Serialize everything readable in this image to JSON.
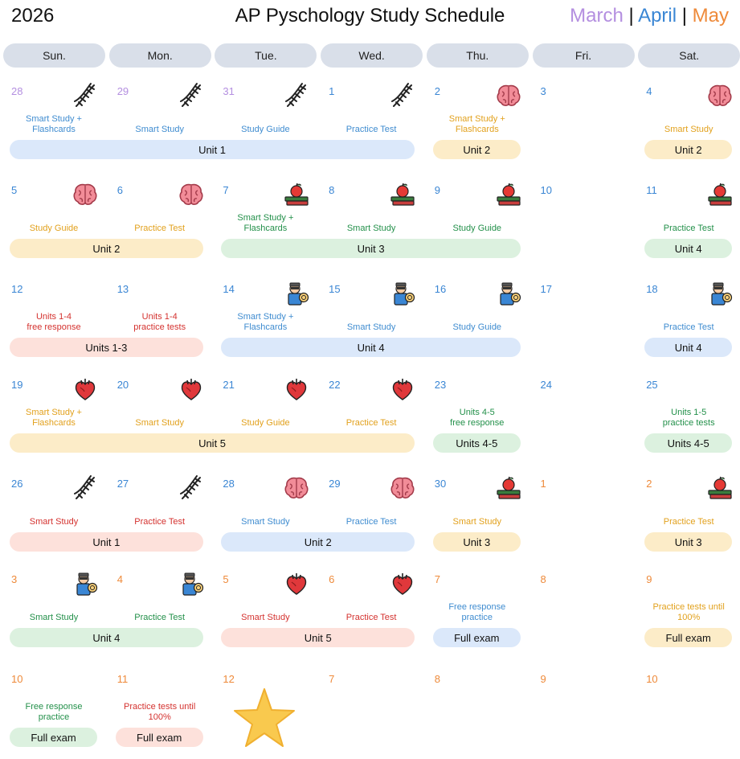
{
  "header": {
    "year": "2026",
    "title": "AP Pyschology Study Schedule",
    "months": [
      "March",
      "April",
      "May"
    ],
    "separator": "|"
  },
  "days_of_week": [
    "Sun.",
    "Mon.",
    "Tue.",
    "Wed.",
    "Thu.",
    "Fri.",
    "Sat."
  ],
  "colors": {
    "march": "#b48fe0",
    "april": "#3a86d4",
    "may": "#ee8a3a",
    "blue_text": "#3f8cd0",
    "orange_text": "#e2a11d",
    "green_text": "#23904a",
    "red_text": "#d4322f",
    "blue_bar": "#dbe8fa",
    "orange_bar": "#fcecc8",
    "green_bar": "#dcf1df",
    "red_bar": "#fde1db",
    "day_header": "#d9dfe9"
  },
  "weeks": [
    {
      "days": [
        {
          "num": "28",
          "month": "mar",
          "icon": "dna-icon",
          "note": "Smart Study +\nFlashcards",
          "note_color": "blue"
        },
        {
          "num": "29",
          "month": "mar",
          "icon": "dna-icon",
          "note": "Smart Study",
          "note_color": "blue"
        },
        {
          "num": "31",
          "month": "mar",
          "icon": "dna-icon",
          "note": "Study Guide",
          "note_color": "blue"
        },
        {
          "num": "1",
          "month": "apr",
          "icon": "dna-icon",
          "note": "Practice Test",
          "note_color": "blue"
        },
        {
          "num": "2",
          "month": "apr",
          "icon": "brain-icon",
          "note": "Smart Study +\nFlashcards",
          "note_color": "orange"
        },
        {
          "num": "3",
          "month": "apr",
          "icon": "",
          "note": "",
          "note_color": ""
        },
        {
          "num": "4",
          "month": "apr",
          "icon": "brain-icon",
          "note": "Smart Study",
          "note_color": "orange"
        }
      ],
      "bars": [
        {
          "label": "Unit 1",
          "start": 0,
          "end": 3,
          "color": "blue"
        },
        {
          "label": "Unit 2",
          "start": 4,
          "end": 4,
          "color": "orange"
        },
        {
          "label": "Unit 2",
          "start": 6,
          "end": 6,
          "color": "orange"
        }
      ]
    },
    {
      "days": [
        {
          "num": "5",
          "month": "apr",
          "icon": "brain-icon",
          "note": "Study Guide",
          "note_color": "orange"
        },
        {
          "num": "6",
          "month": "apr",
          "icon": "brain-icon",
          "note": "Practice Test",
          "note_color": "orange"
        },
        {
          "num": "7",
          "month": "apr",
          "icon": "apple-books-icon",
          "note": "Smart Study +\nFlashcards",
          "note_color": "green"
        },
        {
          "num": "8",
          "month": "apr",
          "icon": "apple-books-icon",
          "note": "Smart Study",
          "note_color": "green"
        },
        {
          "num": "9",
          "month": "apr",
          "icon": "apple-books-icon",
          "note": "Study Guide",
          "note_color": "green"
        },
        {
          "num": "10",
          "month": "apr",
          "icon": "",
          "note": "",
          "note_color": ""
        },
        {
          "num": "11",
          "month": "apr",
          "icon": "apple-books-icon",
          "note": "Practice Test",
          "note_color": "green"
        }
      ],
      "bars": [
        {
          "label": "Unit 2",
          "start": 0,
          "end": 1,
          "color": "orange"
        },
        {
          "label": "Unit 3",
          "start": 2,
          "end": 4,
          "color": "green"
        },
        {
          "label": "Unit 4",
          "start": 6,
          "end": 6,
          "color": "green"
        }
      ]
    },
    {
      "days": [
        {
          "num": "12",
          "month": "apr",
          "icon": "",
          "note": "Units 1-4\nfree response",
          "note_color": "red"
        },
        {
          "num": "13",
          "month": "apr",
          "icon": "",
          "note": "Units 1-4\npractice tests",
          "note_color": "red"
        },
        {
          "num": "14",
          "month": "apr",
          "icon": "psychologist-icon",
          "note": "Smart Study +\nFlashcards",
          "note_color": "blue"
        },
        {
          "num": "15",
          "month": "apr",
          "icon": "psychologist-icon",
          "note": "Smart Study",
          "note_color": "blue"
        },
        {
          "num": "16",
          "month": "apr",
          "icon": "psychologist-icon",
          "note": "Study Guide",
          "note_color": "blue"
        },
        {
          "num": "17",
          "month": "apr",
          "icon": "",
          "note": "",
          "note_color": ""
        },
        {
          "num": "18",
          "month": "apr",
          "icon": "psychologist-icon",
          "note": "Practice Test",
          "note_color": "blue"
        }
      ],
      "bars": [
        {
          "label": "Units 1-3",
          "start": 0,
          "end": 1,
          "color": "red"
        },
        {
          "label": "Unit 4",
          "start": 2,
          "end": 4,
          "color": "blue"
        },
        {
          "label": "Unit 4",
          "start": 6,
          "end": 6,
          "color": "blue"
        }
      ]
    },
    {
      "days": [
        {
          "num": "19",
          "month": "apr",
          "icon": "heart-icon",
          "note": "Smart Study +\nFlashcards",
          "note_color": "orange"
        },
        {
          "num": "20",
          "month": "apr",
          "icon": "heart-icon",
          "note": "Smart Study",
          "note_color": "orange"
        },
        {
          "num": "21",
          "month": "apr",
          "icon": "heart-icon",
          "note": "Study Guide",
          "note_color": "orange"
        },
        {
          "num": "22",
          "month": "apr",
          "icon": "heart-icon",
          "note": "Practice Test",
          "note_color": "orange"
        },
        {
          "num": "23",
          "month": "apr",
          "icon": "",
          "note": "Units 4-5\nfree response",
          "note_color": "green"
        },
        {
          "num": "24",
          "month": "apr",
          "icon": "",
          "note": "",
          "note_color": ""
        },
        {
          "num": "25",
          "month": "apr",
          "icon": "",
          "note": "Units 1-5\npractice tests",
          "note_color": "green"
        }
      ],
      "bars": [
        {
          "label": "Unit 5",
          "start": 0,
          "end": 3,
          "color": "orange"
        },
        {
          "label": "Units 4-5",
          "start": 4,
          "end": 4,
          "color": "green"
        },
        {
          "label": "Units 4-5",
          "start": 6,
          "end": 6,
          "color": "green"
        }
      ]
    },
    {
      "days": [
        {
          "num": "26",
          "month": "apr",
          "icon": "dna-icon",
          "note": "Smart Study",
          "note_color": "red"
        },
        {
          "num": "27",
          "month": "apr",
          "icon": "dna-icon",
          "note": "Practice Test",
          "note_color": "red"
        },
        {
          "num": "28",
          "month": "apr",
          "icon": "brain-icon",
          "note": "Smart Study",
          "note_color": "blue"
        },
        {
          "num": "29",
          "month": "apr",
          "icon": "brain-icon",
          "note": "Practice Test",
          "note_color": "blue"
        },
        {
          "num": "30",
          "month": "apr",
          "icon": "apple-books-icon",
          "note": "Smart Study",
          "note_color": "orange"
        },
        {
          "num": "1",
          "month": "may",
          "icon": "",
          "note": "",
          "note_color": ""
        },
        {
          "num": "2",
          "month": "may",
          "icon": "apple-books-icon",
          "note": "Practice Test",
          "note_color": "orange"
        }
      ],
      "bars": [
        {
          "label": "Unit 1",
          "start": 0,
          "end": 1,
          "color": "red"
        },
        {
          "label": "Unit 2",
          "start": 2,
          "end": 3,
          "color": "blue"
        },
        {
          "label": "Unit 3",
          "start": 4,
          "end": 4,
          "color": "orange"
        },
        {
          "label": "Unit 3",
          "start": 6,
          "end": 6,
          "color": "orange"
        }
      ]
    },
    {
      "days": [
        {
          "num": "3",
          "month": "may",
          "icon": "psychologist-icon",
          "note": "Smart Study",
          "note_color": "green"
        },
        {
          "num": "4",
          "month": "may",
          "icon": "psychologist-icon",
          "note": "Practice Test",
          "note_color": "green"
        },
        {
          "num": "5",
          "month": "may",
          "icon": "heart-icon",
          "note": "Smart Study",
          "note_color": "red"
        },
        {
          "num": "6",
          "month": "may",
          "icon": "heart-icon",
          "note": "Practice Test",
          "note_color": "red"
        },
        {
          "num": "7",
          "month": "may",
          "icon": "",
          "note": "Free response\npractice",
          "note_color": "blue"
        },
        {
          "num": "8",
          "month": "may",
          "icon": "",
          "note": "",
          "note_color": ""
        },
        {
          "num": "9",
          "month": "may",
          "icon": "",
          "note": "Practice tests until\n100%",
          "note_color": "orange"
        }
      ],
      "bars": [
        {
          "label": "Unit 4",
          "start": 0,
          "end": 1,
          "color": "green"
        },
        {
          "label": "Unit 5",
          "start": 2,
          "end": 3,
          "color": "red"
        },
        {
          "label": "Full exam",
          "start": 4,
          "end": 4,
          "color": "blue"
        },
        {
          "label": "Full exam",
          "start": 6,
          "end": 6,
          "color": "orange"
        }
      ]
    },
    {
      "days": [
        {
          "num": "10",
          "month": "may",
          "icon": "",
          "note": "Free response\npractice",
          "note_color": "green"
        },
        {
          "num": "11",
          "month": "may",
          "icon": "",
          "note": "Practice tests until\n100%",
          "note_color": "red"
        },
        {
          "num": "12",
          "month": "may",
          "icon": "star-icon",
          "note": "",
          "note_color": ""
        },
        {
          "num": "7",
          "month": "may",
          "icon": "",
          "note": "",
          "note_color": ""
        },
        {
          "num": "8",
          "month": "may",
          "icon": "",
          "note": "",
          "note_color": ""
        },
        {
          "num": "9",
          "month": "may",
          "icon": "",
          "note": "",
          "note_color": ""
        },
        {
          "num": "10",
          "month": "may",
          "icon": "",
          "note": "",
          "note_color": ""
        }
      ],
      "bars": [
        {
          "label": "Full exam",
          "start": 0,
          "end": 0,
          "color": "green"
        },
        {
          "label": "Full exam",
          "start": 1,
          "end": 1,
          "color": "red"
        }
      ]
    }
  ]
}
